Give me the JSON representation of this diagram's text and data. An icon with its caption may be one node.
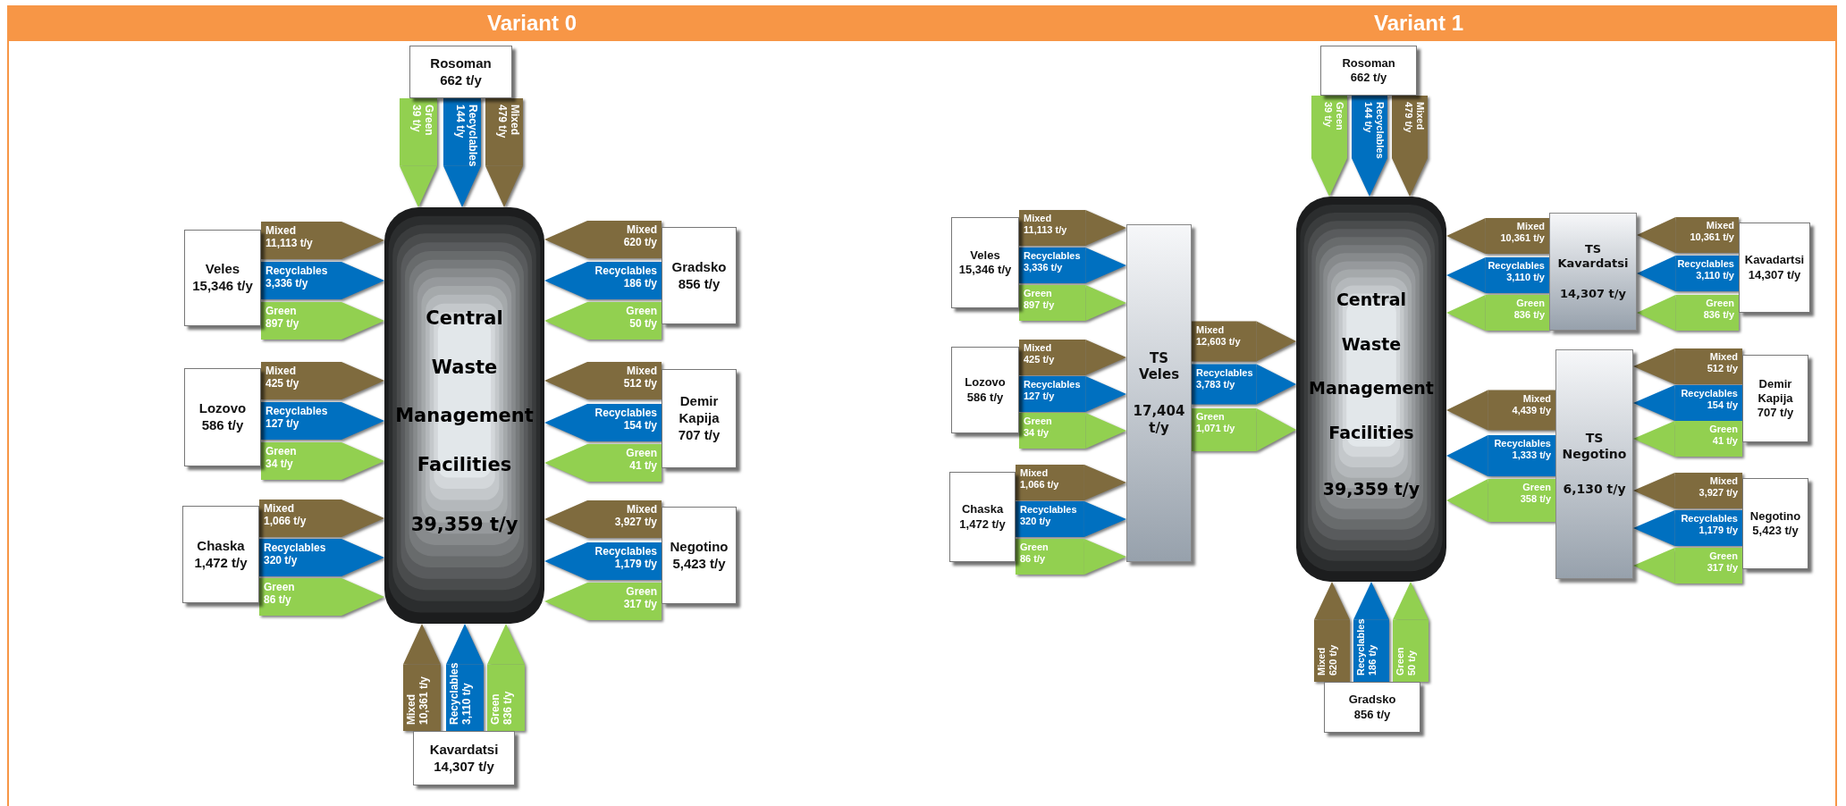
{
  "diagram": {
    "nodes": [
      {
        "text": [
          "Variant 0"
        ]
      },
      {
        "text": [
          "Rosoman",
          "662 t/y"
        ],
        "in": 0
      },
      {
        "text": [
          "Veles",
          "15,346 t/y"
        ],
        "in": 0
      },
      {
        "text": [
          "Lozovo",
          "586 t/y"
        ],
        "in": 0
      },
      {
        "text": [
          "Chaska",
          "1,472 t/y"
        ],
        "in": 0
      },
      {
        "text": [
          "Central Waste Management Facilities",
          "39,359 t/y"
        ],
        "in": 0
      },
      {
        "text": [
          "Gradsko",
          "856 t/y"
        ],
        "in": 0
      },
      {
        "text": [
          "Demir Kapija",
          "707 t/y"
        ],
        "in": 0
      },
      {
        "text": [
          "Negotino",
          "5,423 t/y"
        ],
        "in": 0
      },
      {
        "text": [
          "Kavardatsi",
          "14,307 t/y"
        ],
        "in": 0
      },
      {
        "text": [
          "Variant 1"
        ]
      },
      {
        "text": [
          "Rosoman",
          "662 t/y"
        ],
        "in": 10
      },
      {
        "text": [
          "Veles",
          "15,346 t/y"
        ],
        "in": 10
      },
      {
        "text": [
          "Lozovo",
          "586 t/y"
        ],
        "in": 10
      },
      {
        "text": [
          "Chaska",
          "1,472 t/y"
        ],
        "in": 10
      },
      {
        "text": [
          "TS Veles",
          "17,404 t/y"
        ],
        "in": 10
      },
      {
        "text": [
          "Central Waste Management Facilities",
          "39,359 t/y"
        ],
        "in": 10
      },
      {
        "text": [
          "TS Kavardatsi",
          "14,307 t/y"
        ],
        "in": 10
      },
      {
        "text": [
          "Kavadartsi",
          "14,307 t/y"
        ],
        "in": 10
      },
      {
        "text": [
          "TS Negotino",
          "6,130 t/y"
        ],
        "in": 10
      },
      {
        "text": [
          "Demir Kapija",
          "707 t/y"
        ],
        "in": 10
      },
      {
        "text": [
          "Negotino",
          "5,423 t/y"
        ],
        "in": 10
      },
      {
        "text": [
          "Gradsko",
          "856 t/y"
        ],
        "in": 10
      }
    ],
    "edges": [
      {
        "from": 1,
        "to": 5,
        "arrow": "to",
        "label": "Green 39 t/y",
        "color": "#92d050"
      },
      {
        "from": 1,
        "to": 5,
        "arrow": "to",
        "label": "Recyclables 144 t/y",
        "color": "#0070c0"
      },
      {
        "from": 1,
        "to": 5,
        "arrow": "to",
        "label": "Mixed 479 t/y",
        "color": "#7f6b3e"
      },
      {
        "from": 2,
        "to": 5,
        "arrow": "to",
        "label": "Mixed 11,113 t/y",
        "color": "#7f6b3e"
      },
      {
        "from": 2,
        "to": 5,
        "arrow": "to",
        "label": "Recyclables 3,336 t/y",
        "color": "#0070c0"
      },
      {
        "from": 2,
        "to": 5,
        "arrow": "to",
        "label": "Green 897 t/y",
        "color": "#92d050"
      },
      {
        "from": 3,
        "to": 5,
        "arrow": "to",
        "label": "Mixed 425 t/y",
        "color": "#7f6b3e"
      },
      {
        "from": 3,
        "to": 5,
        "arrow": "to",
        "label": "Recyclables 127 t/y",
        "color": "#0070c0"
      },
      {
        "from": 3,
        "to": 5,
        "arrow": "to",
        "label": "Green 34 t/y",
        "color": "#92d050"
      },
      {
        "from": 4,
        "to": 5,
        "arrow": "to",
        "label": "Mixed 1,066 t/y",
        "color": "#7f6b3e"
      },
      {
        "from": 4,
        "to": 5,
        "arrow": "to",
        "label": "Recyclables 320 t/y",
        "color": "#0070c0"
      },
      {
        "from": 4,
        "to": 5,
        "arrow": "to",
        "label": "Green 86 t/y",
        "color": "#92d050"
      },
      {
        "from": 6,
        "to": 5,
        "arrow": "to",
        "label": "Mixed 620 t/y",
        "color": "#7f6b3e"
      },
      {
        "from": 6,
        "to": 5,
        "arrow": "to",
        "label": "Recyclables 186 t/y",
        "color": "#0070c0"
      },
      {
        "from": 6,
        "to": 5,
        "arrow": "to",
        "label": "Green 50 t/y",
        "color": "#92d050"
      },
      {
        "from": 7,
        "to": 5,
        "arrow": "to",
        "label": "Mixed 512 t/y",
        "color": "#7f6b3e"
      },
      {
        "from": 7,
        "to": 5,
        "arrow": "to",
        "label": "Recyclables 154 t/y",
        "color": "#0070c0"
      },
      {
        "from": 7,
        "to": 5,
        "arrow": "to",
        "label": "Green 41 t/y",
        "color": "#92d050"
      },
      {
        "from": 8,
        "to": 5,
        "arrow": "to",
        "label": "Mixed 3,927 t/y",
        "color": "#7f6b3e"
      },
      {
        "from": 8,
        "to": 5,
        "arrow": "to",
        "label": "Recyclables 1,179 t/y",
        "color": "#0070c0"
      },
      {
        "from": 8,
        "to": 5,
        "arrow": "to",
        "label": "Green 317 t/y",
        "color": "#92d050"
      },
      {
        "from": 9,
        "to": 5,
        "arrow": "to",
        "label": "Mixed 10,361 t/y",
        "color": "#7f6b3e"
      },
      {
        "from": 9,
        "to": 5,
        "arrow": "to",
        "label": "Recyclables 3,110 t/y",
        "color": "#0070c0"
      },
      {
        "from": 9,
        "to": 5,
        "arrow": "to",
        "label": "Green 836 t/y",
        "color": "#92d050"
      },
      {
        "from": 11,
        "to": 16,
        "arrow": "to",
        "label": "Green 39 t/y",
        "color": "#92d050"
      },
      {
        "from": 11,
        "to": 16,
        "arrow": "to",
        "label": "Recyclables 144 t/y",
        "color": "#0070c0"
      },
      {
        "from": 11,
        "to": 16,
        "arrow": "to",
        "label": "Mixed 479 t/y",
        "color": "#7f6b3e"
      },
      {
        "from": 12,
        "to": 15,
        "arrow": "to",
        "label": "Mixed 11,113 t/y",
        "color": "#7f6b3e"
      },
      {
        "from": 12,
        "to": 15,
        "arrow": "to",
        "label": "Recyclables 3,336 t/y",
        "color": "#0070c0"
      },
      {
        "from": 12,
        "to": 15,
        "arrow": "to",
        "label": "Green 897 t/y",
        "color": "#92d050"
      },
      {
        "from": 13,
        "to": 15,
        "arrow": "to",
        "label": "Mixed 425 t/y",
        "color": "#7f6b3e"
      },
      {
        "from": 13,
        "to": 15,
        "arrow": "to",
        "label": "Recyclables 127 t/y",
        "color": "#0070c0"
      },
      {
        "from": 13,
        "to": 15,
        "arrow": "to",
        "label": "Green 34 t/y",
        "color": "#92d050"
      },
      {
        "from": 14,
        "to": 15,
        "arrow": "to",
        "label": "Mixed 1,066 t/y",
        "color": "#7f6b3e"
      },
      {
        "from": 14,
        "to": 15,
        "arrow": "to",
        "label": "Recyclables 320 t/y",
        "color": "#0070c0"
      },
      {
        "from": 14,
        "to": 15,
        "arrow": "to",
        "label": "Green 86 t/y",
        "color": "#92d050"
      },
      {
        "from": 15,
        "to": 16,
        "arrow": "to",
        "label": "Mixed 12,603 t/y",
        "color": "#7f6b3e"
      },
      {
        "from": 15,
        "to": 16,
        "arrow": "to",
        "label": "Recyclables 3,783 t/y",
        "color": "#0070c0"
      },
      {
        "from": 15,
        "to": 16,
        "arrow": "to",
        "label": "Green 1,071 t/y",
        "color": "#92d050"
      },
      {
        "from": 17,
        "to": 16,
        "arrow": "to",
        "label": "Mixed 10,361 t/y",
        "color": "#7f6b3e"
      },
      {
        "from": 17,
        "to": 16,
        "arrow": "to",
        "label": "Recyclables 3,110 t/y",
        "color": "#0070c0"
      },
      {
        "from": 17,
        "to": 16,
        "arrow": "to",
        "label": "Green 836 t/y",
        "color": "#92d050"
      },
      {
        "from": 18,
        "to": 17,
        "arrow": "to",
        "label": "Mixed 10,361 t/y",
        "color": "#7f6b3e"
      },
      {
        "from": 18,
        "to": 17,
        "arrow": "to",
        "label": "Recyclables 3,110 t/y",
        "color": "#0070c0"
      },
      {
        "from": 18,
        "to": 17,
        "arrow": "to",
        "label": "Green 836 t/y",
        "color": "#92d050"
      },
      {
        "from": 19,
        "to": 16,
        "arrow": "to",
        "label": "Mixed 4,439 t/y",
        "color": "#7f6b3e"
      },
      {
        "from": 19,
        "to": 16,
        "arrow": "to",
        "label": "Recyclables 1,333 t/y",
        "color": "#0070c0"
      },
      {
        "from": 19,
        "to": 16,
        "arrow": "to",
        "label": "Green 358 t/y",
        "color": "#92d050"
      },
      {
        "from": 20,
        "to": 19,
        "arrow": "to",
        "label": "Mixed 512 t/y",
        "color": "#7f6b3e"
      },
      {
        "from": 20,
        "to": 19,
        "arrow": "to",
        "label": "Recyclables 154 t/y",
        "color": "#0070c0"
      },
      {
        "from": 20,
        "to": 19,
        "arrow": "to",
        "label": "Green 41 t/y",
        "color": "#92d050"
      },
      {
        "from": 21,
        "to": 19,
        "arrow": "to",
        "label": "Mixed 3,927 t/y",
        "color": "#7f6b3e"
      },
      {
        "from": 21,
        "to": 19,
        "arrow": "to",
        "label": "Recyclables 1,179 t/y",
        "color": "#0070c0"
      },
      {
        "from": 21,
        "to": 19,
        "arrow": "to",
        "label": "Green 317 t/y",
        "color": "#92d050"
      },
      {
        "from": 22,
        "to": 16,
        "arrow": "to",
        "label": "Mixed 620 t/y",
        "color": "#7f6b3e"
      },
      {
        "from": 22,
        "to": 16,
        "arrow": "to",
        "label": "Recyclables 186 t/y",
        "color": "#0070c0"
      },
      {
        "from": 22,
        "to": 16,
        "arrow": "to",
        "label": "Green 50 t/y",
        "color": "#92d050"
      }
    ]
  }
}
